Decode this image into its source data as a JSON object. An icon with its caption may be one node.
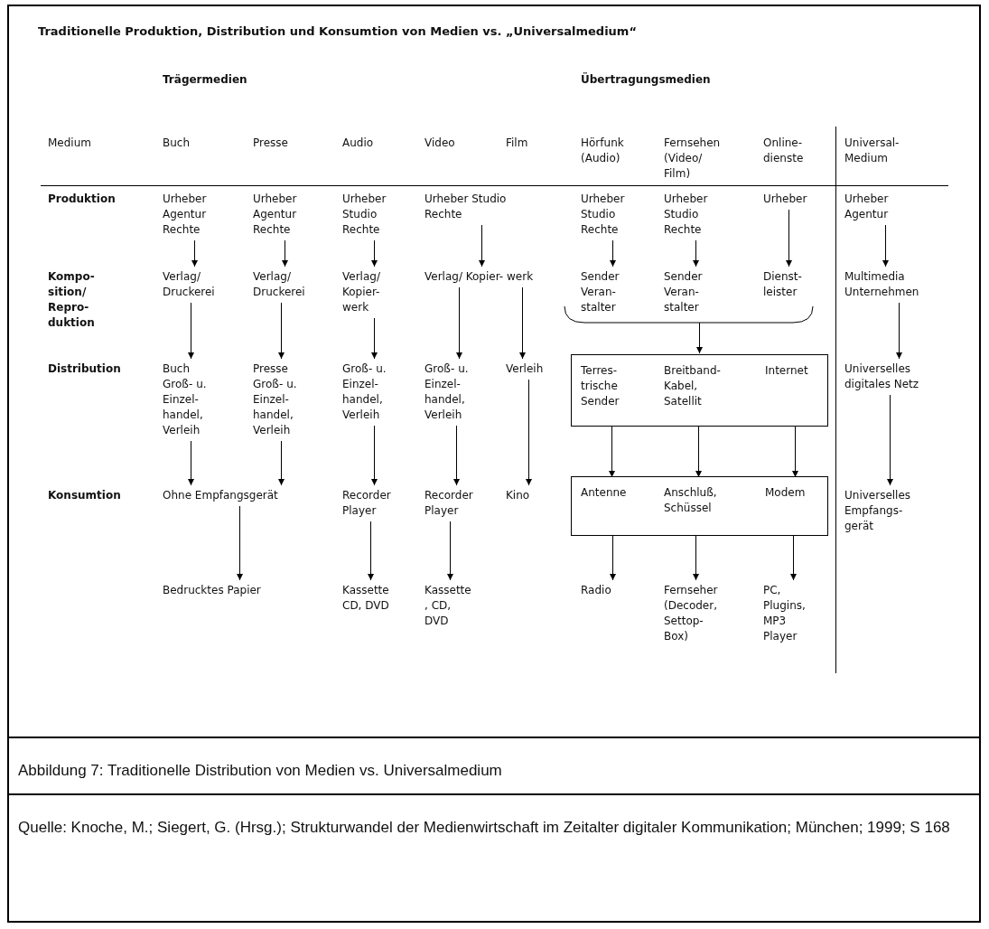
{
  "diagram": {
    "title": "Traditionelle Produktion, Distribution und Konsumtion von Medien vs. „Universalmedium“",
    "caption": "Abbildung 7: Traditionelle Distribution von Medien vs. Universalmedium",
    "nodes": [
      {
        "text": [
          "Urheber Agentur Rechte"
        ]
      },
      {
        "text": [
          "Urheber Agentur Rechte"
        ]
      },
      {
        "text": [
          "Urheber Studio Rechte"
        ]
      },
      {
        "text": [
          "Urheber Studio Rechte"
        ]
      },
      {
        "text": [
          "Urheber Studio Rechte"
        ]
      },
      {
        "text": [
          "Urheber Studio Rechte"
        ]
      },
      {
        "text": [
          "Urheber"
        ]
      },
      {
        "text": [
          "Urheber Agentur"
        ]
      },
      {
        "text": [
          "Verlag/ Druckerei"
        ]
      },
      {
        "text": [
          "Verlag/ Druckerei"
        ]
      },
      {
        "text": [
          "Verlag/ Kopier- werk"
        ]
      },
      {
        "text": [
          "Verlag/ Kopier- werk"
        ]
      },
      {
        "text": [
          "Sender Veran- stalter"
        ]
      },
      {
        "text": [
          "Sender Veran- stalter"
        ]
      },
      {
        "text": [
          "Dienst- leister"
        ]
      },
      {
        "text": [
          "Multimedia Unternehmen"
        ]
      },
      {
        "text": [
          "Buch Groß- u. Einzel- handel, Verleih"
        ]
      },
      {
        "text": [
          "Presse Groß- u. Einzel- handel, Verleih"
        ]
      },
      {
        "text": [
          "Groß- u. Einzel- handel, Verleih"
        ]
      },
      {
        "text": [
          "Groß- u. Einzel- handel, Verleih"
        ]
      },
      {
        "text": [
          "Verleih"
        ]
      },
      {
        "text": [],
        "shape": "box"
      },
      {
        "text": [
          "Terres- trische Sender"
        ],
        "in": 21
      },
      {
        "text": [
          "Breitband- Kabel, Satellit"
        ],
        "in": 21
      },
      {
        "text": [
          "Internet"
        ],
        "in": 21
      },
      {
        "text": [
          "Universelles digitales Netz"
        ]
      },
      {
        "text": [
          "Ohne Empfangsgerät"
        ]
      },
      {
        "text": [
          "Recorder Player"
        ]
      },
      {
        "text": [
          "Recorder Player"
        ]
      },
      {
        "text": [
          "Kino"
        ]
      },
      {
        "text": [],
        "shape": "box"
      },
      {
        "text": [
          "Antenne"
        ],
        "in": 30
      },
      {
        "text": [
          "Anschluß, Schüssel"
        ],
        "in": 30
      },
      {
        "text": [
          "Modem"
        ],
        "in": 30
      },
      {
        "text": [
          "Universelles Empfangs- gerät"
        ]
      },
      {
        "text": [
          "Bedrucktes Papier"
        ]
      },
      {
        "text": [
          "Kassette CD, DVD"
        ]
      },
      {
        "text": [
          "Kassette , CD, DVD"
        ]
      },
      {
        "text": [
          "Radio"
        ]
      },
      {
        "text": [
          "Fernseher (Decoder, Settop- Box)"
        ]
      },
      {
        "text": [
          "PC, Plugins, MP3 Player"
        ]
      }
    ],
    "edges": [
      {
        "from": 0,
        "to": 8,
        "arrow": "to"
      },
      {
        "from": 1,
        "to": 9,
        "arrow": "to"
      },
      {
        "from": 2,
        "to": 10,
        "arrow": "to"
      },
      {
        "from": 3,
        "to": 11,
        "arrow": "to"
      },
      {
        "from": 4,
        "to": 12,
        "arrow": "to"
      },
      {
        "from": 5,
        "to": 13,
        "arrow": "to"
      },
      {
        "from": 6,
        "to": 14,
        "arrow": "to"
      },
      {
        "from": 7,
        "to": 15,
        "arrow": "to"
      },
      {
        "from": 8,
        "to": 16,
        "arrow": "to"
      },
      {
        "from": 9,
        "to": 17,
        "arrow": "to"
      },
      {
        "from": 10,
        "to": 18,
        "arrow": "to"
      },
      {
        "from": 11,
        "to": 19,
        "arrow": "to"
      },
      {
        "from": 11,
        "to": 20,
        "arrow": "to"
      },
      {
        "from": 12,
        "to": 21,
        "arrow": "to"
      },
      {
        "from": 13,
        "to": 21,
        "arrow": "to"
      },
      {
        "from": 14,
        "to": 21,
        "arrow": "to"
      },
      {
        "from": 15,
        "to": 25,
        "arrow": "to"
      },
      {
        "from": 16,
        "to": 26,
        "arrow": "to"
      },
      {
        "from": 17,
        "to": 26,
        "arrow": "to"
      },
      {
        "from": 18,
        "to": 27,
        "arrow": "to"
      },
      {
        "from": 19,
        "to": 28,
        "arrow": "to"
      },
      {
        "from": 20,
        "to": 29,
        "arrow": "to"
      },
      {
        "from": 22,
        "to": 31,
        "arrow": "to"
      },
      {
        "from": 23,
        "to": 32,
        "arrow": "to"
      },
      {
        "from": 24,
        "to": 33,
        "arrow": "to"
      },
      {
        "from": 25,
        "to": 34,
        "arrow": "to"
      },
      {
        "from": 26,
        "to": 35,
        "arrow": "to"
      },
      {
        "from": 27,
        "to": 36,
        "arrow": "to"
      },
      {
        "from": 28,
        "to": 37,
        "arrow": "to"
      },
      {
        "from": 31,
        "to": 38,
        "arrow": "to"
      },
      {
        "from": 32,
        "to": 39,
        "arrow": "to"
      },
      {
        "from": 33,
        "to": 40,
        "arrow": "to"
      }
    ],
    "labels": [
      "Trägermedien",
      "Übertragungsmedien",
      "Medium",
      "Buch",
      "Presse",
      "Audio",
      "Video",
      "Film",
      "Hörfunk (Audio)",
      "Fernsehen (Video/ Film)",
      "Online- dienste",
      "Universal- Medium",
      "Produktion",
      "Kompo- sition/ Repro- duktion",
      "Distribution",
      "Konsumtion",
      "Quelle: Knoche, M.; Siegert, G. (Hrsg.); Strukturwandel der Medienwirtschaft im Zeitalter digitaler Kommunikation; München; 1999; S 168"
    ]
  }
}
